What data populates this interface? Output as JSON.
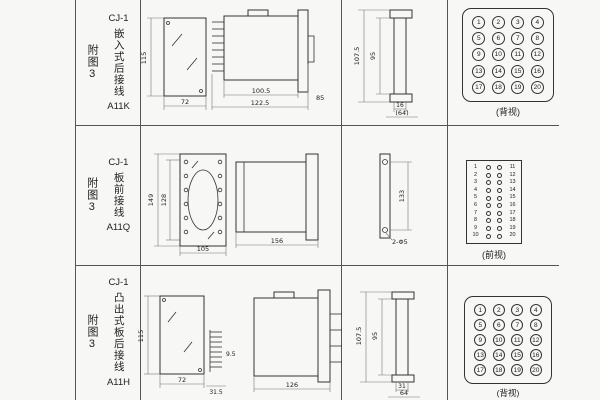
{
  "page": {
    "rows": [
      {
        "fig_label": "附图3",
        "model": "CJ-1",
        "mount_type": "嵌入式后接线",
        "code": "A11K",
        "view_caption": "(背视)",
        "dims": {
          "height": "115",
          "width": "72",
          "body_len": "100.5",
          "total_len": "122.5",
          "flange": "85",
          "panel_h": "107.5",
          "cutout_h": "95",
          "d16": "16",
          "d64": "(64)"
        },
        "pins": [
          "1",
          "2",
          "3",
          "4",
          "5",
          "6",
          "7",
          "8",
          "9",
          "10",
          "11",
          "12",
          "13",
          "14",
          "15",
          "16",
          "17",
          "18",
          "19",
          "20"
        ]
      },
      {
        "fig_label": "附图3",
        "model": "CJ-1",
        "mount_type": "板前接线",
        "code": "A11Q",
        "view_caption": "(前视)",
        "dims": {
          "height": "149",
          "inner_h": "128",
          "width": "105",
          "body_len": "156",
          "hole_pitch": "133",
          "hole_note": "2-Φ5"
        },
        "pin_rows": [
          {
            "l": "1",
            "r": "11"
          },
          {
            "l": "2",
            "r": "12"
          },
          {
            "l": "3",
            "r": "13"
          },
          {
            "l": "4",
            "r": "14"
          },
          {
            "l": "5",
            "r": "15"
          },
          {
            "l": "6",
            "r": "16"
          },
          {
            "l": "7",
            "r": "17"
          },
          {
            "l": "8",
            "r": "18"
          },
          {
            "l": "9",
            "r": "19"
          },
          {
            "l": "10",
            "r": "20"
          }
        ]
      },
      {
        "fig_label": "附图3",
        "model": "CJ-1",
        "mount_type": "凸出式板后接线",
        "code": "A11H",
        "view_caption": "(背视)",
        "dims": {
          "height": "115",
          "width": "72",
          "pin_len": "9.5",
          "pin_block": "31.5",
          "body_len": "126",
          "panel_h": "107.5",
          "cutout_h": "95",
          "d31": "31",
          "d64": "64"
        },
        "pins": [
          "1",
          "2",
          "3",
          "4",
          "5",
          "6",
          "7",
          "8",
          "9",
          "10",
          "11",
          "12",
          "13",
          "14",
          "15",
          "16",
          "17",
          "18",
          "19",
          "20"
        ]
      }
    ]
  }
}
